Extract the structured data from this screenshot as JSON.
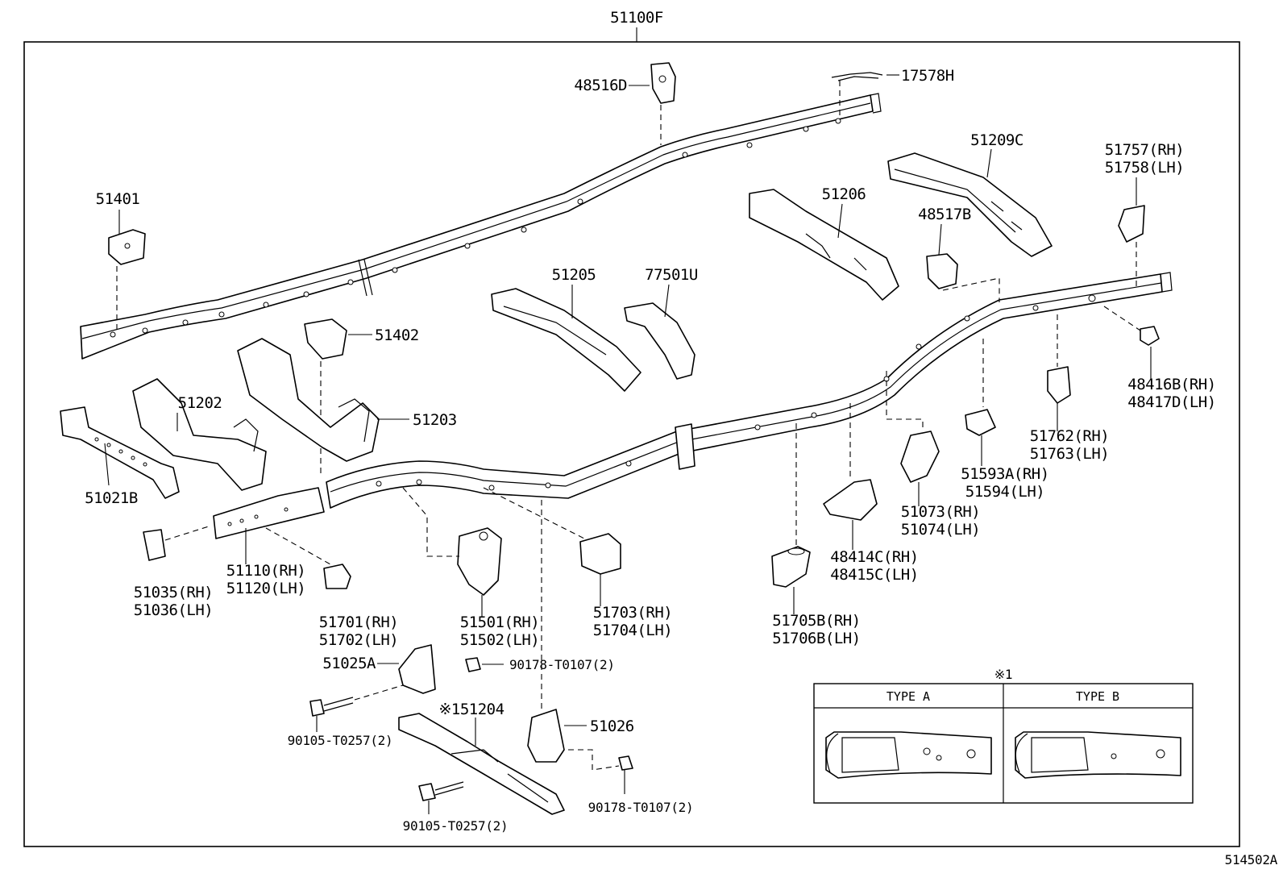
{
  "diagram": {
    "top_label": "51100F",
    "footer_code": "514502A",
    "inset": {
      "marker": "※1",
      "type_a": "TYPE A",
      "type_b": "TYPE B"
    },
    "labels": {
      "l48516D": "48516D",
      "l17578H": "17578H",
      "l51209C": "51209C",
      "l51757": "51757(RH)",
      "l51758": "51758(LH)",
      "l51401": "51401",
      "l51206": "51206",
      "l48517B": "48517B",
      "l51205": "51205",
      "l77501U": "77501U",
      "l51402": "51402",
      "l48416B": "48416B(RH)",
      "l48417D": "48417D(LH)",
      "l51202": "51202",
      "l51203": "51203",
      "l51762": "51762(RH)",
      "l51763": "51763(LH)",
      "l51593A": "51593A(RH)",
      "l51594": "51594(LH)",
      "l51021B": "51021B",
      "l51073": "51073(RH)",
      "l51074": "51074(LH)",
      "l48414C": "48414C(RH)",
      "l48415C": "48415C(LH)",
      "l51110": "51110(RH)",
      "l51120": "51120(LH)",
      "l51035": "51035(RH)",
      "l51036": "51036(LH)",
      "l51701": "51701(RH)",
      "l51702": "51702(LH)",
      "l51501": "51501(RH)",
      "l51502": "51502(LH)",
      "l51703": "51703(RH)",
      "l51704": "51704(LH)",
      "l51705B": "51705B(RH)",
      "l51706B": "51706B(LH)",
      "l51025A": "51025A",
      "l90178a": "90178-T0107(2)",
      "l151204": "※151204",
      "l51026": "51026",
      "l90105a": "90105-T0257(2)",
      "l90178b": "90178-T0107(2)",
      "l90105b": "90105-T0257(2)"
    }
  }
}
